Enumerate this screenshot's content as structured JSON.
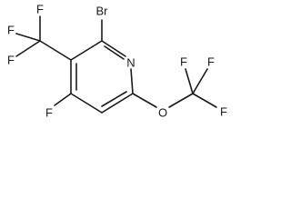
{
  "structure": {
    "labels": {
      "br": "Br",
      "n": "N",
      "o": "O",
      "f_ring": "F",
      "cf3_f_left_top": "F",
      "cf3_f_left": "F",
      "cf3_f_top": "F",
      "ocf3_f_top_left": "F",
      "ocf3_f_top_right": "F",
      "ocf3_f_right": "F"
    }
  }
}
